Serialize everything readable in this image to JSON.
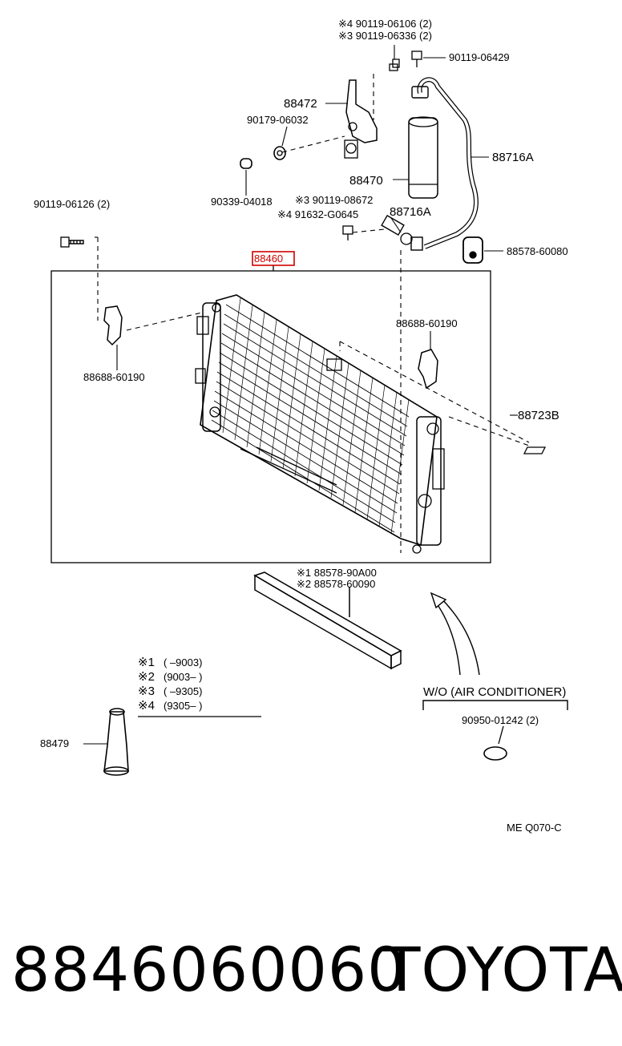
{
  "diagram": {
    "labels": {
      "top_bolt_a": "※4 90119-06106 (2)",
      "top_bolt_b": "※3 90119-06336 (2)",
      "bolt_90119_06429": "90119-06429",
      "bracket_88472": "88472",
      "clip_90179_06032": "90179-06032",
      "tube_88716A_upper": "88716A",
      "receiver_88470": "88470",
      "plug_90339_04018": "90339-04018",
      "bolt_90119_06126": "90119-06126 (2)",
      "bolt_mid_a": "※3  90119-08672",
      "bolt_mid_b": "※4 91632-G0645",
      "tube_88716A_lower": "88716A",
      "clamp_88578_60080": "88578-60080",
      "condenser_88460": "88460",
      "bracket_left": "88688-60190",
      "bracket_right": "88688-60190",
      "label_88723B": "88723B",
      "seal_a": "※1 88578-90A00",
      "seal_b": "※2 88578-60090",
      "note_1_mark": "※1",
      "note_1_text": "(         –9003)",
      "note_2_mark": "※2",
      "note_2_text": "(9003–         )",
      "note_3_mark": "※3",
      "note_3_text": "(         –9305)",
      "note_4_mark": "※4",
      "note_4_text": "(9305–         )",
      "cap_88479": "88479",
      "wo_ac": "W/O (AIR CONDITIONER)",
      "plug_90950_01242": "90950-01242 (2)",
      "ref_code": "ME  Q070-C"
    }
  },
  "footer": {
    "part_number": "8846060060",
    "brand": "TOYOTA"
  },
  "colors": {
    "highlight": "#d00000",
    "line": "#000000",
    "background": "#ffffff"
  }
}
